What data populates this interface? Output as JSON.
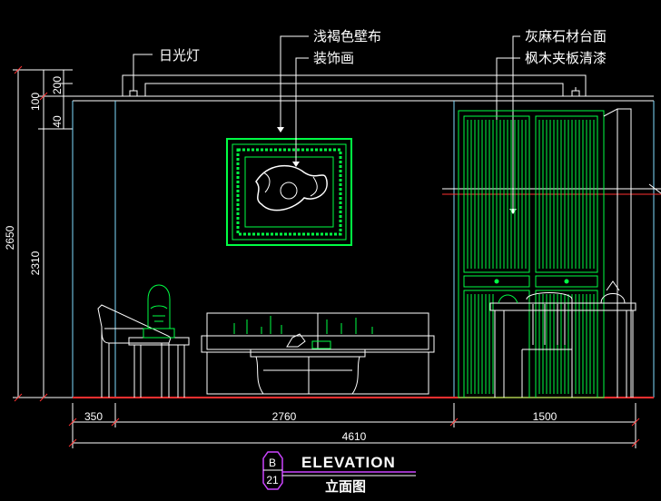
{
  "annotations": {
    "fluorescent_light": "日光灯",
    "wall_fabric": "浅褐色壁布",
    "decorative_painting": "装饰画",
    "stone_countertop": "灰麻石材台面",
    "maple_veneer": "枫木夹板清漆"
  },
  "dimensions": {
    "vertical_total": "2650",
    "vertical_wall": "2310",
    "vertical_top_a": "100",
    "vertical_top_b": "200",
    "vertical_top_c": "40",
    "horizontal_left": "350",
    "horizontal_middle": "2760",
    "horizontal_right": "1500",
    "horizontal_total": "4610"
  },
  "title_block": {
    "sheet_letter": "B",
    "sheet_number": "21",
    "title_en": "ELEVATION",
    "title_cn": "立面图"
  },
  "colors": {
    "background": "#000000",
    "linework": "#ffffff",
    "furniture": "#00ff44",
    "wall": "#7fdcff",
    "accent": "#ff3030",
    "purple": "#cc44ff"
  }
}
